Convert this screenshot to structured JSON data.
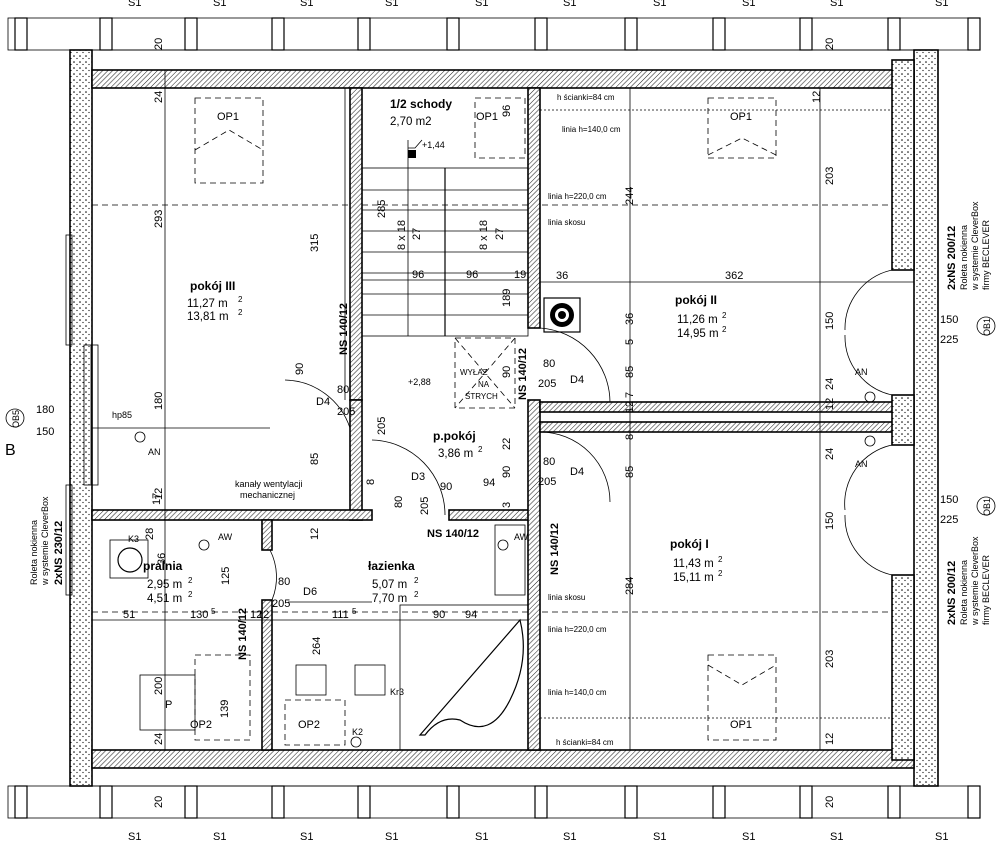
{
  "rooms": {
    "pokoj3": {
      "name": "pokój III",
      "area1": "11,27 m",
      "area2": "13,81 m"
    },
    "schody": {
      "name": "1/2 schody",
      "area": "2,70 m2"
    },
    "pokoj2": {
      "name": "pokój II",
      "area1": "11,26 m",
      "area2": "14,95 m"
    },
    "ppokoj": {
      "name": "p.pokój",
      "area": "3,86 m"
    },
    "pralnia": {
      "name": "pralnia",
      "area1": "2,95 m",
      "area2": "4,51 m"
    },
    "lazienka": {
      "name": "łazienka",
      "area1": "5,07 m",
      "area2": "7,70 m"
    },
    "pokoj1": {
      "name": "pokój I",
      "area1": "11,43 m",
      "area2": "15,11 m"
    }
  },
  "sup": "2",
  "labels": {
    "s1": "S1",
    "op1": "OP1",
    "op2": "OP2",
    "d3": "D3",
    "d4": "D4",
    "d6": "D6",
    "ob1": "OB1",
    "ob5": "OB5",
    "k2": "K2",
    "k3": "K3",
    "kr3": "Kr3",
    "aw": "AW",
    "an": "AN",
    "p": "P",
    "b": "B",
    "wyłaz1": "WYŁAZ",
    "wyłaz2": "NA",
    "wyłaz3": "STRYCH",
    "ns140": "NS 140/12",
    "kanaly1": "kanały wentylacji",
    "kanaly2": "mechanicznej",
    "h84": "h ścianki=84 cm",
    "linia140": "linia h=140,0 cm",
    "linia220": "linia h=220,0 cm",
    "liniaSkosu": "linia skosu",
    "plus144": "+1,44",
    "plus288": "+2,88",
    "hp85": "hp85",
    "roletaR1": "2xNS 200/12",
    "roletaR2": "Roleta nokienna",
    "roletaR3": "w systemie CleverBox",
    "roletaR4": "firmy BECLEVER",
    "roletaL1": "2xNS 230/12"
  },
  "dims": {
    "d20": "20",
    "d24": "24",
    "d12": "12",
    "d293": "293",
    "d315": "315",
    "d285": "285",
    "d8x18": "8 x 18",
    "d27": "27",
    "d96": "96",
    "d19": "19",
    "d189": "189",
    "d244": "244",
    "d203": "203",
    "d36": "36",
    "d362": "362",
    "d150": "150",
    "d225": "225",
    "d5": "5",
    "d85": "85",
    "d7": "7",
    "d8": "8",
    "d180": "180",
    "d17": "17",
    "d80": "80",
    "d205": "205",
    "d90": "90",
    "d94": "94",
    "d22": "22",
    "d3": "3",
    "d284": "284",
    "d125": "125",
    "d51": "51",
    "d1305": "130",
    "d1115": "111",
    "s5": "5",
    "d200": "200",
    "d139": "139",
    "d264": "264",
    "d28": "28"
  }
}
